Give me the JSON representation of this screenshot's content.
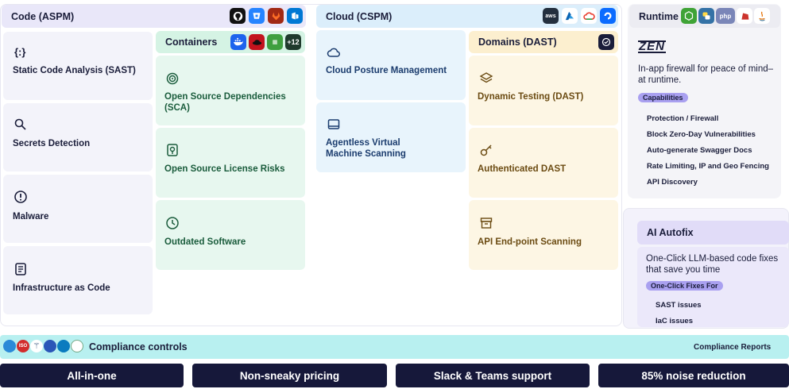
{
  "aspm": {
    "title": "Code (ASPM)",
    "items": [
      {
        "label": "Static Code Analysis (SAST)"
      },
      {
        "label": "Secrets Detection"
      },
      {
        "label": "Malware"
      },
      {
        "label": "Infrastructure as Code"
      }
    ]
  },
  "containers": {
    "title": "Containers",
    "more_badge": "+12",
    "items": [
      {
        "label": "Open Source Dependencies (SCA)"
      },
      {
        "label": "Open Source License Risks"
      },
      {
        "label": "Outdated Software"
      }
    ]
  },
  "cspm": {
    "title": "Cloud (CSPM)",
    "aws_label": "aws",
    "items": [
      {
        "label": "Cloud Posture Management"
      },
      {
        "label": "Agentless Virtual Machine Scanning"
      }
    ]
  },
  "dast": {
    "title": "Domains (DAST)",
    "items": [
      {
        "label": "Dynamic Testing (DAST)"
      },
      {
        "label": "Authenticated DAST"
      },
      {
        "label": "API End-point Scanning"
      }
    ]
  },
  "runtime": {
    "title": "Runtime",
    "php_label": "php",
    "brand": "ZEN",
    "description": "In-app firewall for peace of mind– at runtime.",
    "capabilities_label": "Capabilities",
    "capabilities": [
      "Protection / Firewall",
      "Block Zero-Day Vulnerabilities",
      "Auto-generate Swagger Docs",
      "Rate Limiting, IP and Geo Fencing",
      "API Discovery"
    ]
  },
  "autofix": {
    "title": "AI Autofix",
    "description": "One-Click LLM-based code fixes that save you time",
    "fixes_label": "One-Click Fixes For",
    "fixes": [
      "SAST issues",
      "IaC issues"
    ]
  },
  "compliance": {
    "title": "Compliance controls",
    "reports": "Compliance Reports",
    "iso_label": "ISO"
  },
  "features": [
    "All-in-one",
    "Non-sneaky pricing",
    "Slack & Teams support",
    "85% noise reduction"
  ],
  "colors": {
    "navy": "#16183a",
    "purple": "#a9a0f0",
    "mint": "#e7f7ef",
    "sky": "#e8f4fc",
    "cream": "#fdf6e4",
    "cyan": "#b8f0f0"
  }
}
